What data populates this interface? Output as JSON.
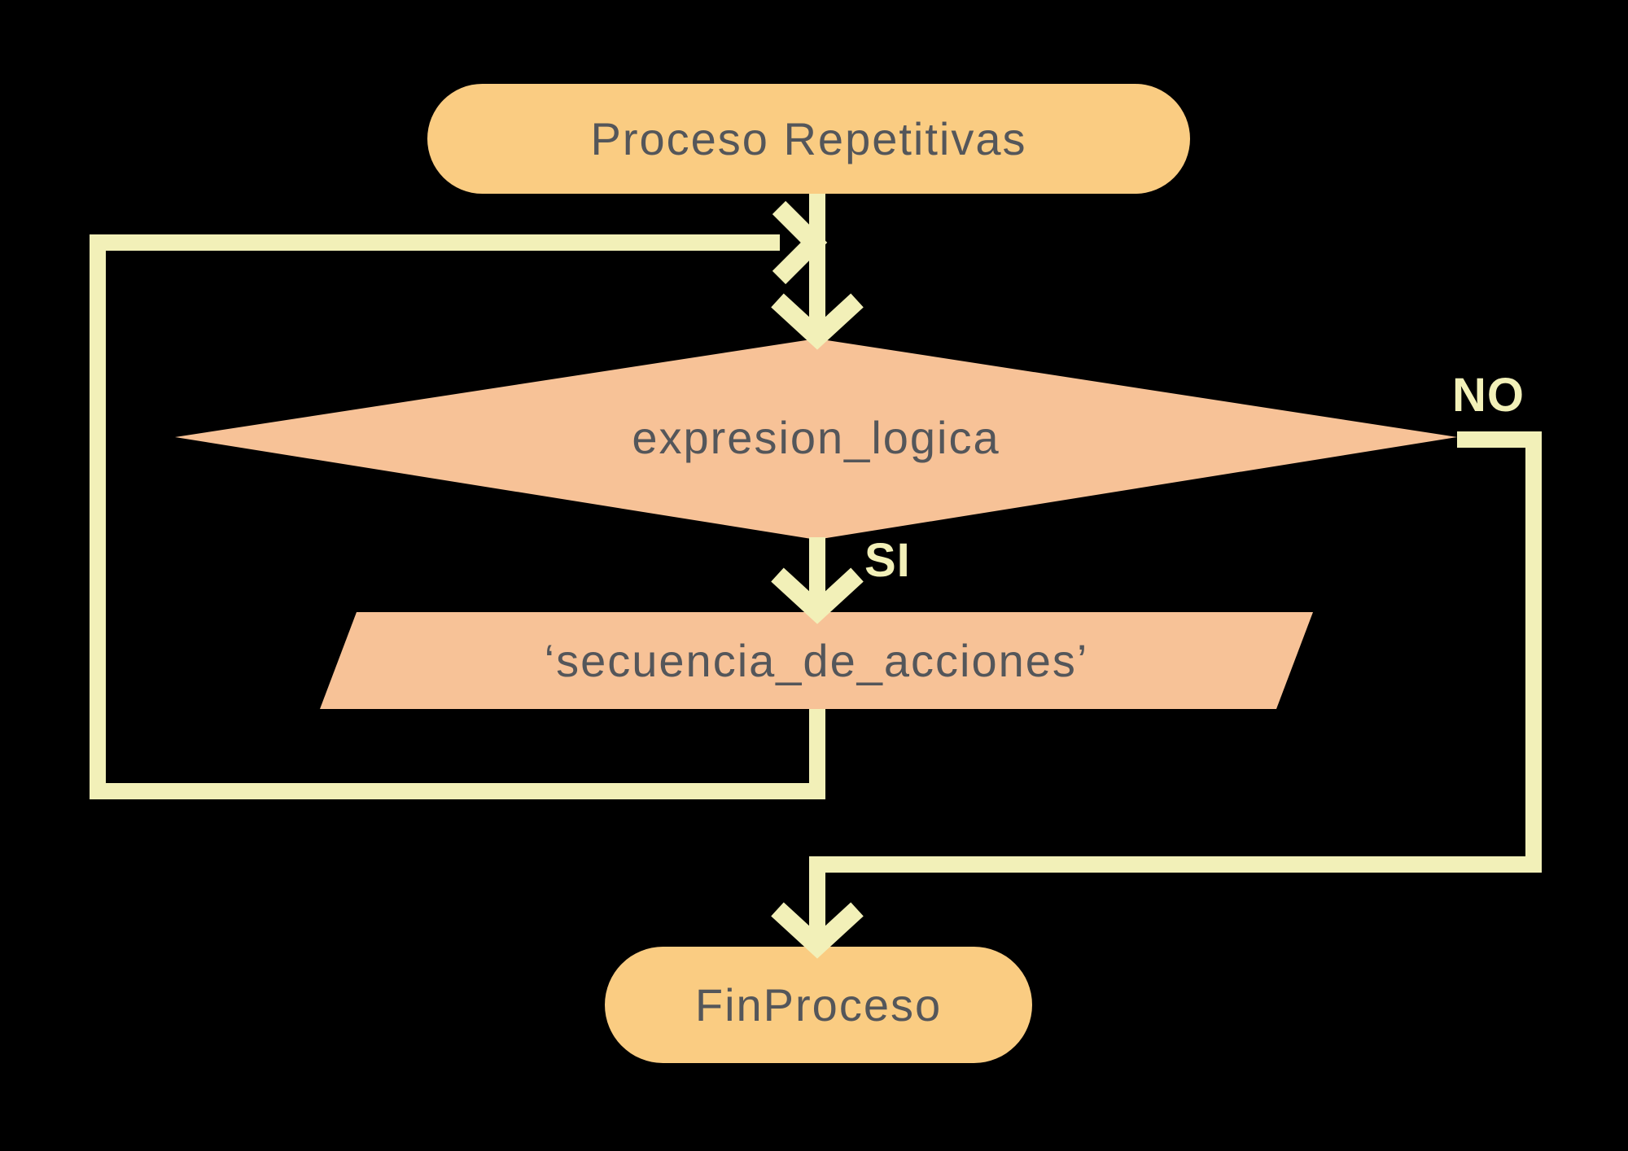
{
  "diagram": {
    "background_color": "#000000",
    "text_color": "#54565A",
    "nodes": {
      "start": {
        "type": "terminator",
        "label": "Proceso Repetitivas",
        "fill": "#FACC82"
      },
      "decision": {
        "type": "decision",
        "label": "expresion_logica",
        "fill": "#F7C297"
      },
      "action": {
        "type": "io-parallelogram",
        "label": "‘secuencia_de_acciones’",
        "fill": "#F7C297"
      },
      "end": {
        "type": "terminator",
        "label": "FinProceso",
        "fill": "#FACC82"
      }
    },
    "edges": {
      "line_color": "#F2F0B8",
      "yes_label": "SI",
      "no_label": "NO"
    }
  }
}
